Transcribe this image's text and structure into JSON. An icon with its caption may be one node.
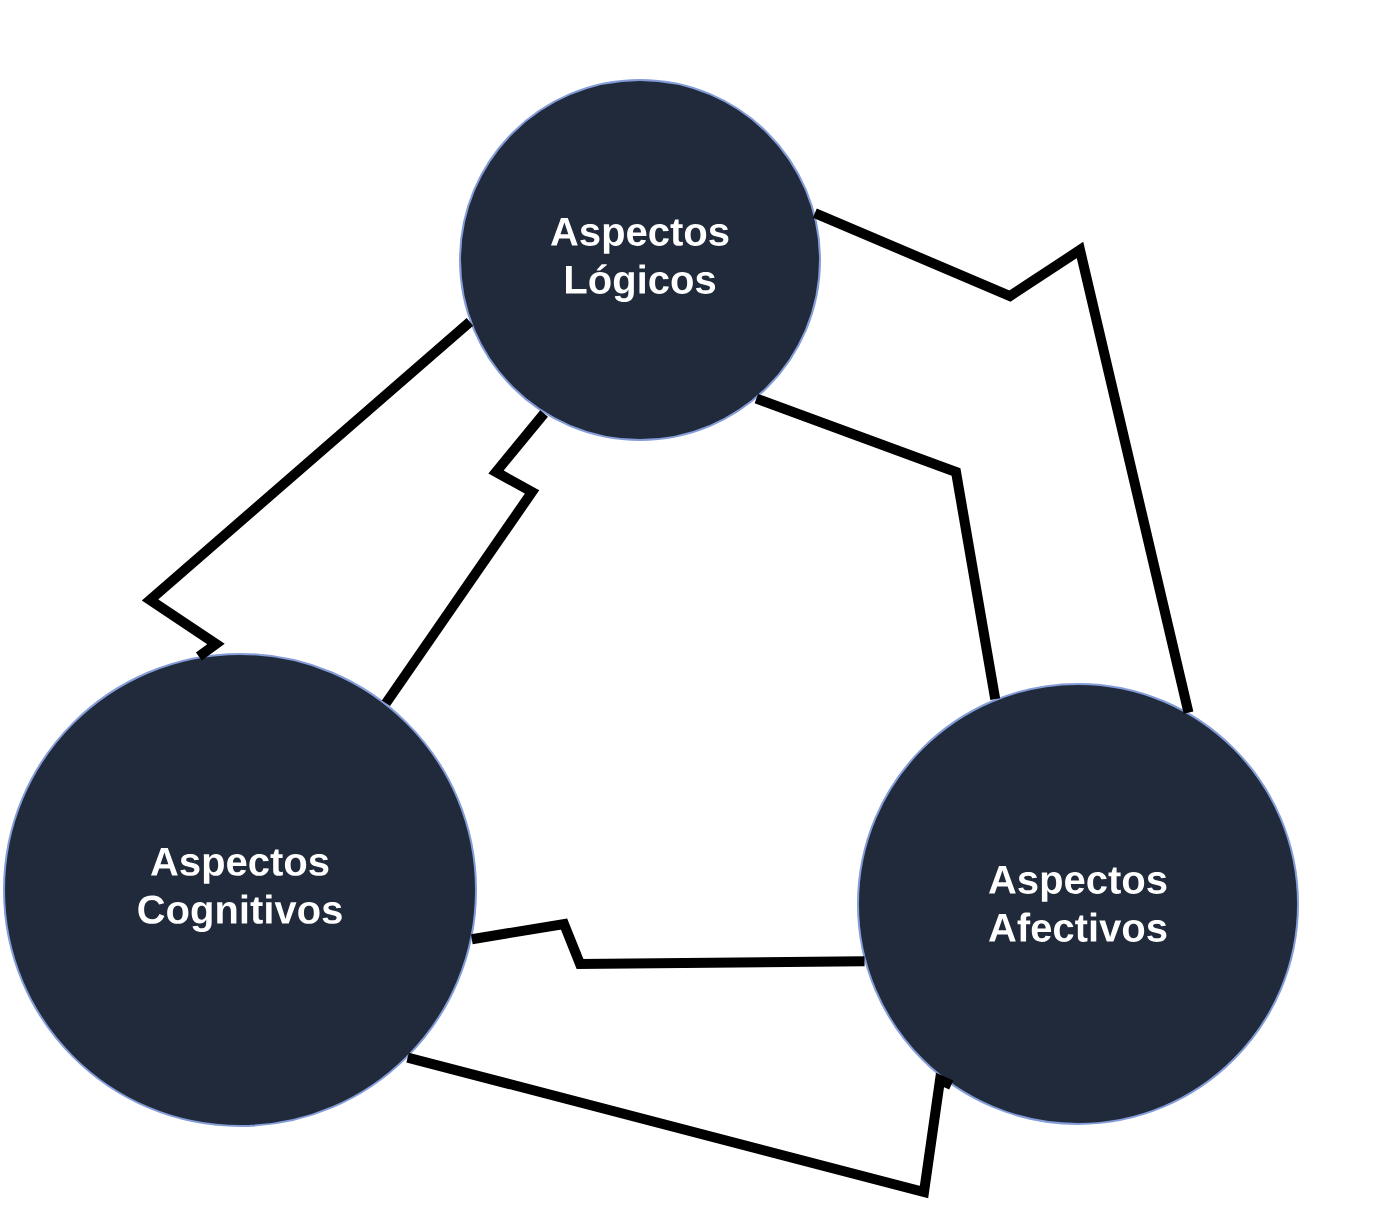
{
  "diagram": {
    "nodes": [
      {
        "text": [
          "Aspectos Lógicos"
        ]
      },
      {
        "text": [
          "Aspectos Cognitivos"
        ]
      },
      {
        "text": [
          "Aspectos Afectivos"
        ]
      }
    ],
    "edges": [
      {
        "from": 0,
        "to": 1,
        "arrow": "none"
      },
      {
        "from": 0,
        "to": 1,
        "arrow": "none"
      },
      {
        "from": 0,
        "to": 2,
        "arrow": "none"
      },
      {
        "from": 0,
        "to": 2,
        "arrow": "none"
      },
      {
        "from": 1,
        "to": 2,
        "arrow": "none"
      },
      {
        "from": 1,
        "to": 2,
        "arrow": "none"
      }
    ]
  }
}
